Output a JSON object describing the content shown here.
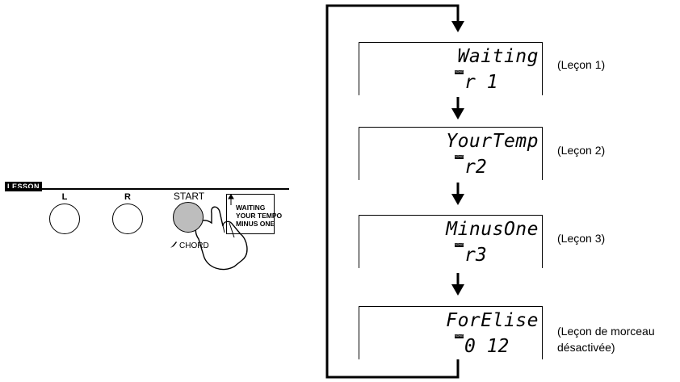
{
  "panel": {
    "lesson_tag": "LESSON",
    "buttons": {
      "l_label": "L",
      "r_label": "R",
      "start_label": "START"
    },
    "chord_label": "CHORD",
    "mode_box": {
      "line1": "WAITING",
      "line2": "YOUR TEMPO",
      "line3": "MINUS ONE"
    }
  },
  "displays": [
    {
      "top_text": "Waiting",
      "number": "r 1",
      "badge": "SONG",
      "label": "(Leçon 1)"
    },
    {
      "top_text": "YourTemp",
      "number": "r2",
      "badge": "SONG",
      "label": "(Leçon 2)"
    },
    {
      "top_text": "MinusOne",
      "number": "r3",
      "badge": "SONG",
      "label": "(Leçon 3)"
    },
    {
      "top_text": "ForElise",
      "number": "0 12",
      "badge": "SONG",
      "label_line1": "(Leçon de morceau",
      "label_line2": "désactivée)"
    }
  ],
  "colors": {
    "start_button": "#bdbdbd",
    "line": "#000000"
  }
}
